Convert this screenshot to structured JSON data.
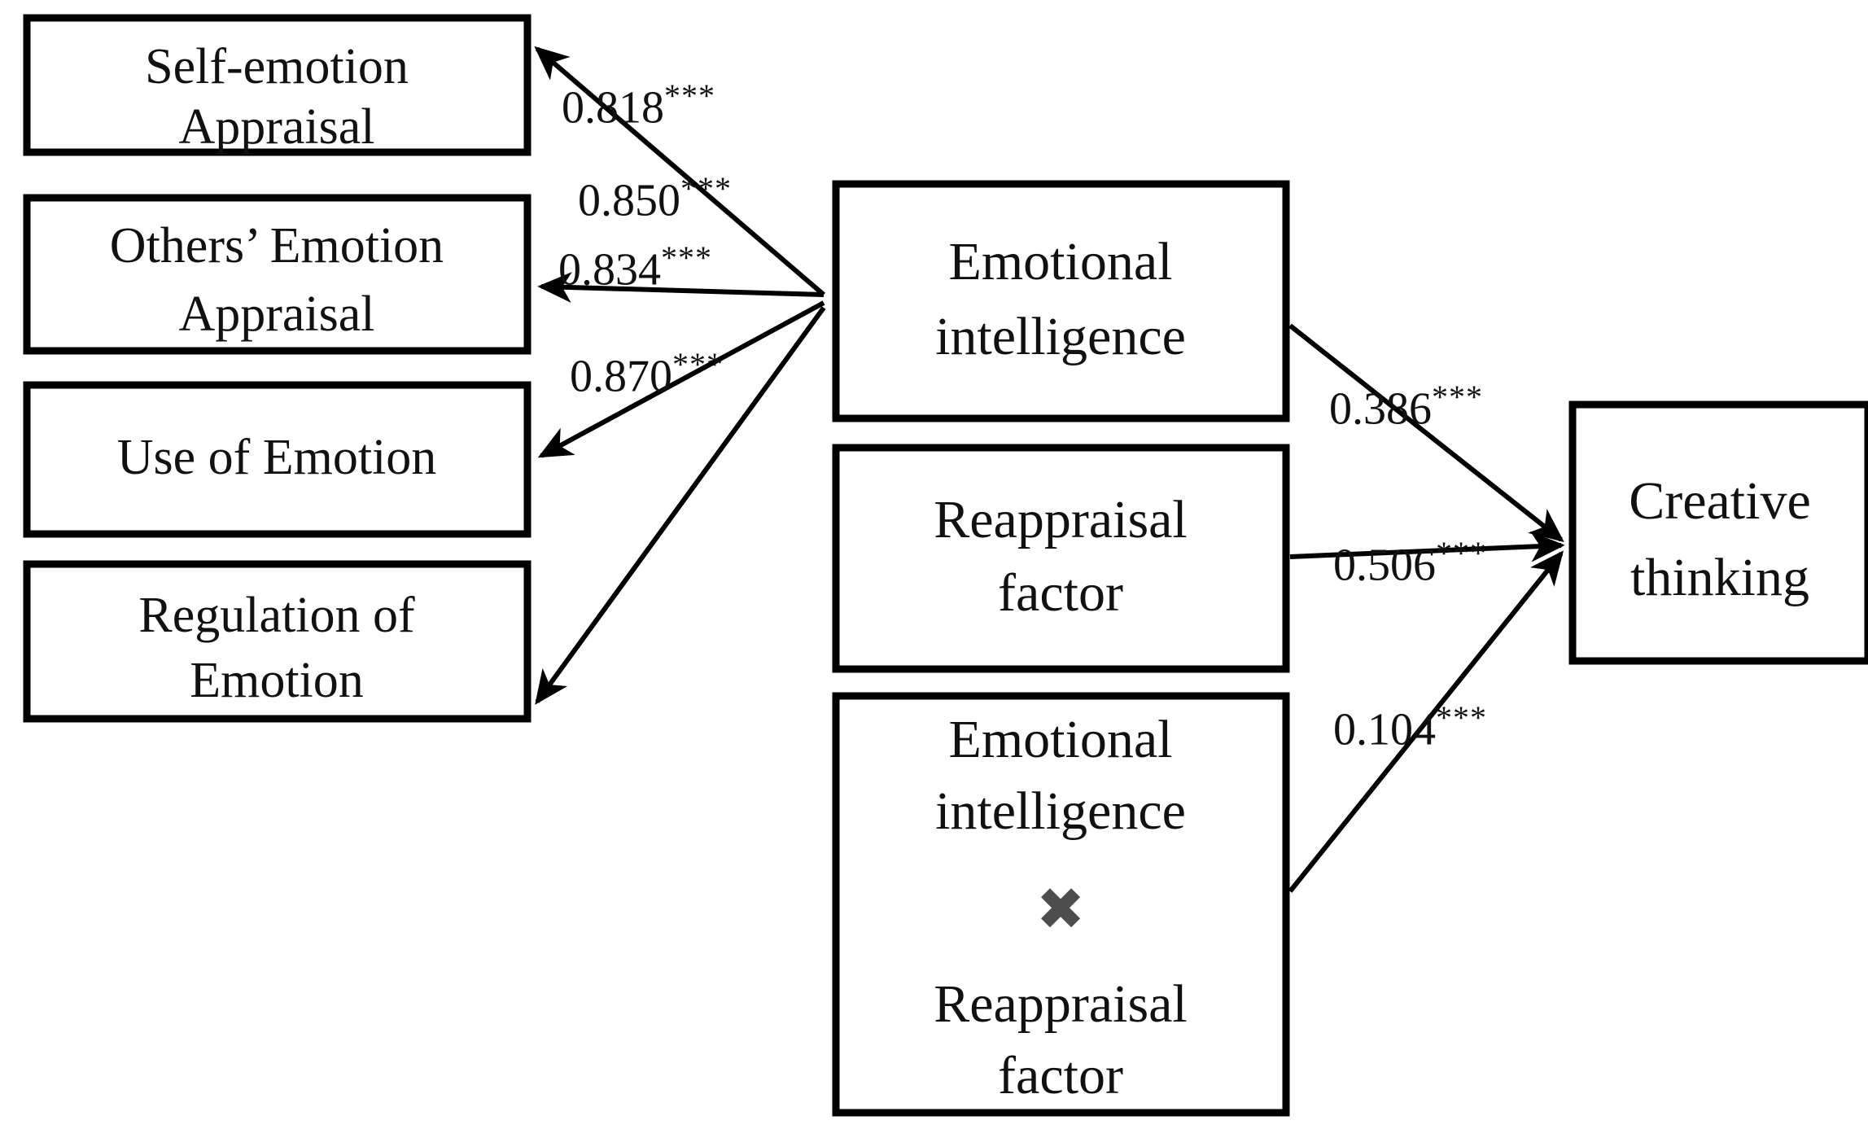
{
  "diagram": {
    "title": "Structural equation model: Emotional intelligence, reappraisal and creative thinking",
    "type": "path-diagram",
    "background_color": "#ffffff",
    "line_color": "#000000",
    "box_border_color": "#000000",
    "times_symbol_color": "#4d4d4d",
    "significance_marker": "***"
  },
  "nodes": {
    "indicators": [
      {
        "id": "self-emotion-appraisal",
        "line1": "Self-emotion",
        "line2": "Appraisal"
      },
      {
        "id": "others-emotion-appraisal",
        "line1": "Others’ Emotion",
        "line2": "Appraisal"
      },
      {
        "id": "use-of-emotion",
        "line1": "Use of Emotion",
        "line2": ""
      },
      {
        "id": "regulation-of-emotion",
        "line1": "Regulation of",
        "line2": "Emotion"
      }
    ],
    "predictors": [
      {
        "id": "emotional-intelligence",
        "line1": "Emotional",
        "line2": "intelligence"
      },
      {
        "id": "reappraisal-factor",
        "line1": "Reappraisal",
        "line2": "factor"
      },
      {
        "id": "interaction-term",
        "line1": "Emotional",
        "line2": "intelligence",
        "operator": "✖",
        "line3": "Reappraisal",
        "line4": "factor"
      }
    ],
    "outcome": {
      "id": "creative-thinking",
      "line1": "Creative",
      "line2": "thinking"
    }
  },
  "paths": [
    {
      "id": "ei-to-self-emotion-appraisal",
      "from": "emotional-intelligence",
      "to": "self-emotion-appraisal",
      "value": "0.818",
      "stars": "***"
    },
    {
      "id": "ei-to-others-emotion-appraisal",
      "from": "emotional-intelligence",
      "to": "others-emotion-appraisal",
      "value": "0.850",
      "stars": "***"
    },
    {
      "id": "ei-to-use-of-emotion",
      "from": "emotional-intelligence",
      "to": "use-of-emotion",
      "value": "0.834",
      "stars": "***"
    },
    {
      "id": "ei-to-regulation-of-emotion",
      "from": "emotional-intelligence",
      "to": "regulation-of-emotion",
      "value": "0.870",
      "stars": "***"
    },
    {
      "id": "ei-to-creative-thinking",
      "from": "emotional-intelligence",
      "to": "creative-thinking",
      "value": "0.386",
      "stars": "***"
    },
    {
      "id": "reappraisal-to-creative-thinking",
      "from": "reappraisal-factor",
      "to": "creative-thinking",
      "value": "0.506",
      "stars": "***"
    },
    {
      "id": "interaction-to-creative-thinking",
      "from": "interaction-term",
      "to": "creative-thinking",
      "value": "0.104",
      "stars": "***"
    }
  ],
  "chart_data": {
    "type": "diagram",
    "title": "Moderation model of emotional intelligence and reappraisal on creative thinking",
    "measurement_loadings": {
      "latent": "Emotional intelligence",
      "indicators": [
        "Self-emotion Appraisal",
        "Others’ Emotion Appraisal",
        "Use of Emotion",
        "Regulation of Emotion"
      ],
      "values": [
        0.818,
        0.85,
        0.834,
        0.87
      ],
      "significance": [
        "***",
        "***",
        "***",
        "***"
      ]
    },
    "structural_paths": {
      "outcome": "Creative thinking",
      "predictors": [
        "Emotional intelligence",
        "Reappraisal factor",
        "Emotional intelligence ✖ Reappraisal factor"
      ],
      "values": [
        0.386,
        0.506,
        0.104
      ],
      "significance": [
        "***",
        "***",
        "***"
      ]
    }
  }
}
